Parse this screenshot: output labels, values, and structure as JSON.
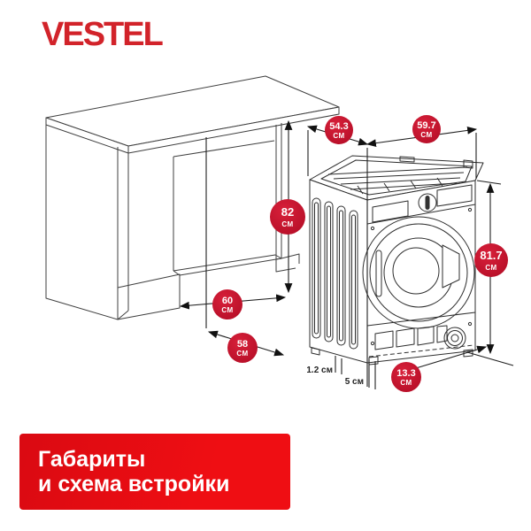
{
  "brand": {
    "logo_text": "VESTEL"
  },
  "diagram": {
    "badges": [
      {
        "id": "top-depth",
        "value": "54.3",
        "unit": "см"
      },
      {
        "id": "top-width",
        "value": "59.7",
        "unit": "см"
      },
      {
        "id": "niche-height",
        "value": "82",
        "unit": "см"
      },
      {
        "id": "machine-height",
        "value": "81.7",
        "unit": "см"
      },
      {
        "id": "niche-width",
        "value": "60",
        "unit": "см"
      },
      {
        "id": "niche-depth",
        "value": "58",
        "unit": "см"
      },
      {
        "id": "plinth-depth",
        "value": "13.3",
        "unit": "см"
      }
    ],
    "small_labels": [
      {
        "text": "1.2 см"
      },
      {
        "text": "5 см"
      }
    ]
  },
  "banner": {
    "line1": "Габариты",
    "line2": "и схема встройки"
  },
  "colors": {
    "badge_red": "#c01430",
    "banner_red": "#e80d13",
    "logo_red": "#d2232a",
    "line_color": "#333333",
    "background": "#ffffff"
  }
}
